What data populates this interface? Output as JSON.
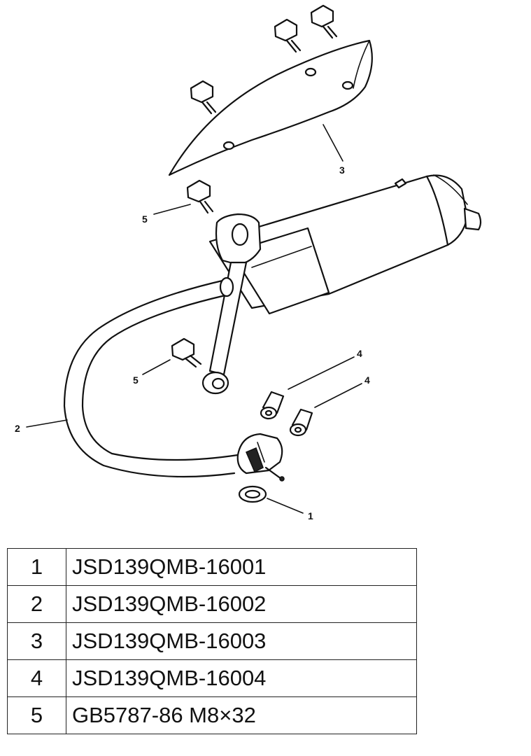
{
  "diagram": {
    "callouts": {
      "c1": "1",
      "c2": "2",
      "c3": "3",
      "c4a": "4",
      "c4b": "4",
      "c5a": "5",
      "c5b": "5"
    }
  },
  "parts_table": {
    "rows": [
      {
        "number": "1",
        "code": "JSD139QMB-16001"
      },
      {
        "number": "2",
        "code": "JSD139QMB-16002"
      },
      {
        "number": "3",
        "code": "JSD139QMB-16003"
      },
      {
        "number": "4",
        "code": "JSD139QMB-16004"
      },
      {
        "number": "5",
        "code": "GB5787-86 M8×32"
      }
    ]
  }
}
